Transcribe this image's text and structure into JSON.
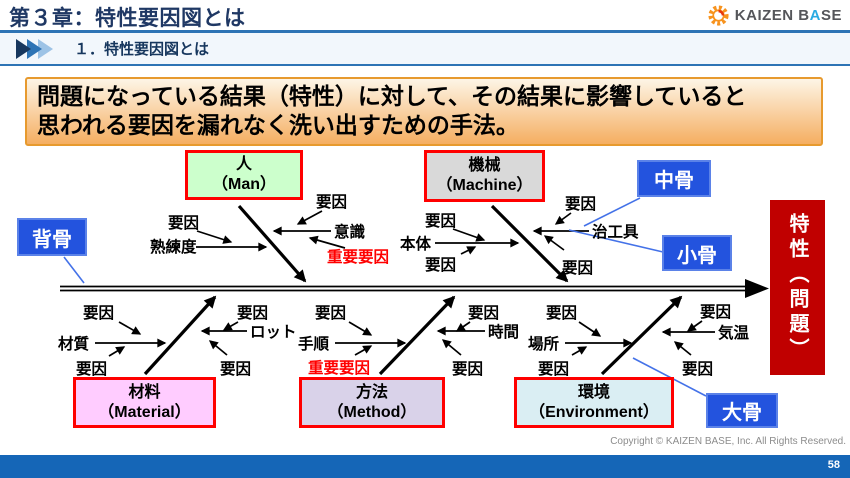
{
  "header": {
    "title": "第３章：特性要因図とは",
    "section_title": "１．特性要因図とは",
    "logo": {
      "left": "KAIZEN B",
      "accent": "A",
      "right": "SE"
    }
  },
  "lead": {
    "line1": "問題になっている結果（特性）に対して、その結果に影響していると",
    "line2": "思われる要因を漏れなく洗い出すための手法。"
  },
  "diagram": {
    "factor_label": "要因",
    "important_factor_label": "重要要因",
    "effect": {
      "label": "特性（問題）",
      "color": "#C00000"
    },
    "callouts": {
      "backbone": "背骨",
      "middle_bone": "中骨",
      "small_bone": "小骨",
      "big_bone": "大骨"
    },
    "categories": [
      {
        "title": "人",
        "subtitle": "（Man）",
        "color": "#CCFFCC"
      },
      {
        "title": "機械",
        "subtitle": "（Machine）",
        "color": "#D9D9D9"
      },
      {
        "title": "材料",
        "subtitle": "（Material）",
        "color": "#FFCCFF"
      },
      {
        "title": "方法",
        "subtitle": "（Method）",
        "color": "#D9D2E9"
      },
      {
        "title": "環境",
        "subtitle": "（Environment）",
        "color": "#DAEEF3"
      }
    ],
    "sub_factors": {
      "man": [
        "意識",
        "熟練度"
      ],
      "machine": [
        "治工具",
        "本体"
      ],
      "material": [
        "材質",
        "ロット"
      ],
      "method": [
        "手順",
        "時間"
      ],
      "environment": [
        "場所",
        "気温"
      ]
    }
  },
  "footer": {
    "copyright": "Copyright ©  KAIZEN BASE, Inc.  All Rights Reserved.",
    "page_number": "58"
  },
  "colors": {
    "title_text": "#1F3864",
    "rule_blue": "#2E74B5",
    "lead_border": "#E79A2E",
    "category_border": "#FF0000",
    "callout_blue": "#2353DE",
    "bottom_bar": "#1566B7",
    "logo_orange": "#F7931E",
    "logo_accent": "#29ABE2"
  }
}
